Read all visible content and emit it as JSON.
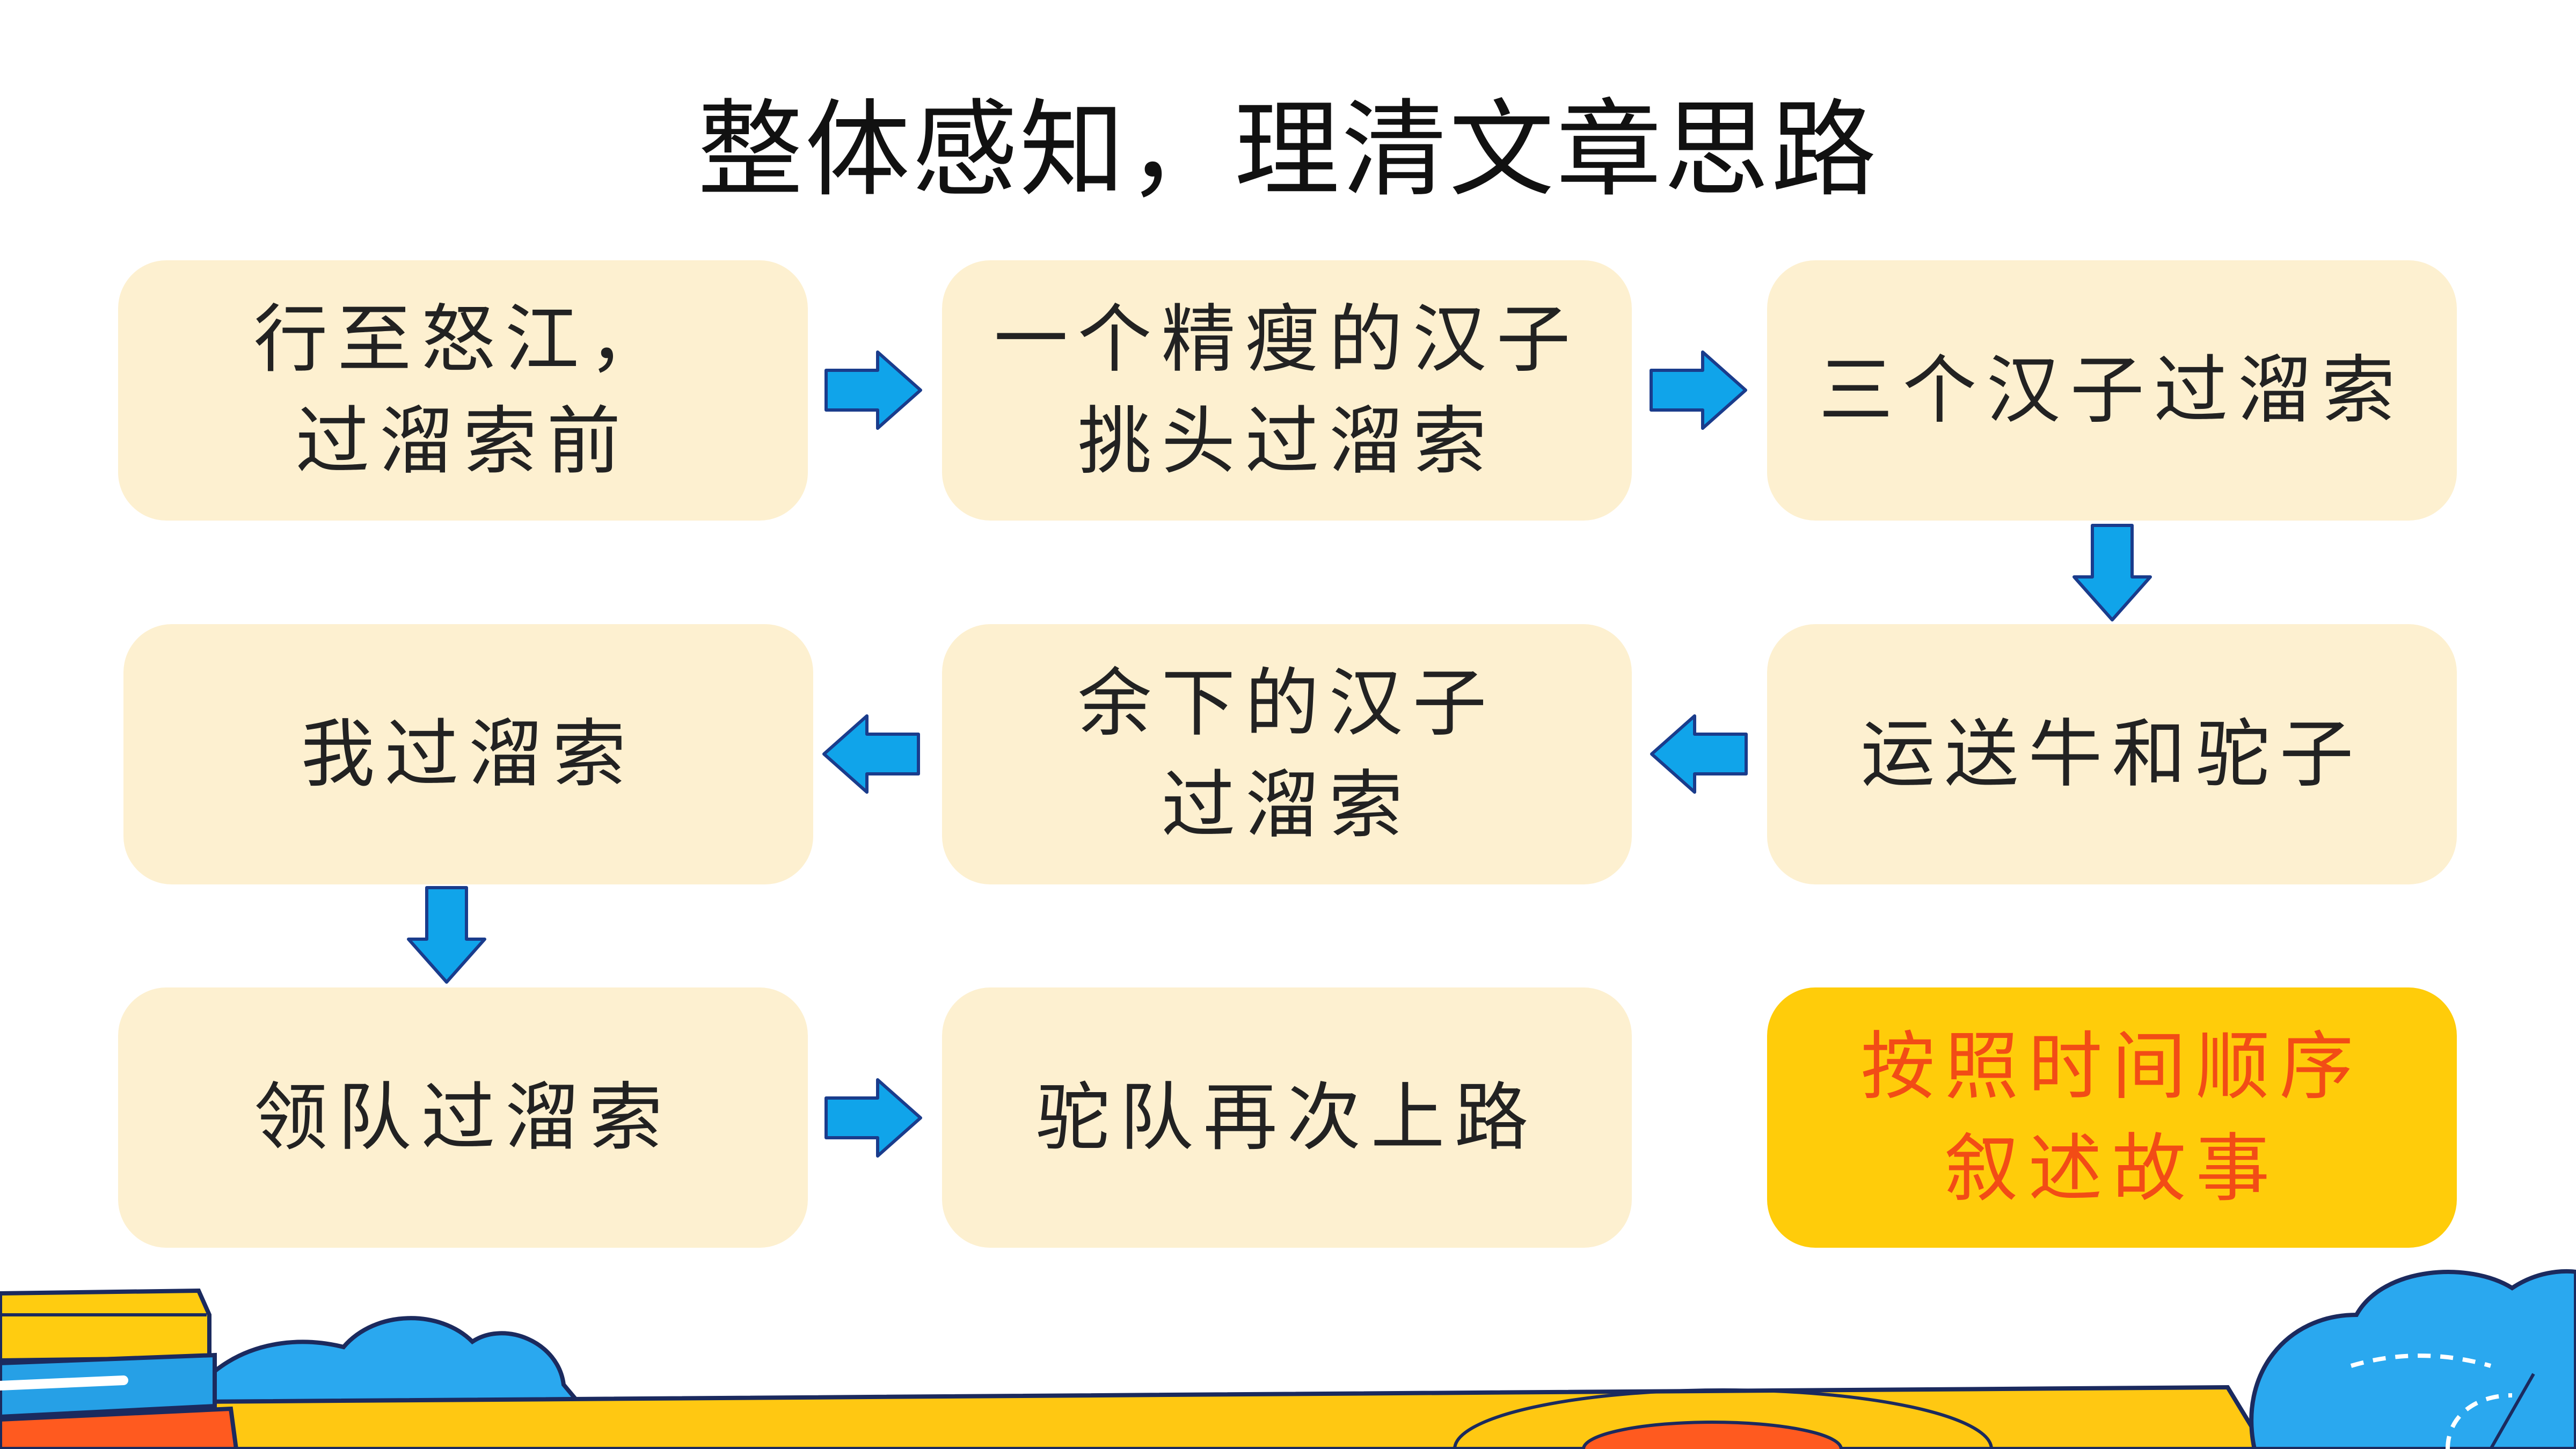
{
  "title": "整体感知，理清文章思路",
  "colors": {
    "box_fill": "#fdf0d0",
    "highlight_fill": "#ffcc0a",
    "highlight_text": "#f24c16",
    "arrow_fill": "#10a4ea",
    "arrow_stroke": "#1a3c8c"
  },
  "boxes": [
    {
      "id": "b1",
      "lines": [
        "行至怒江，",
        "过溜索前"
      ]
    },
    {
      "id": "b2",
      "lines": [
        "一个精瘦的汉子",
        "挑头过溜索"
      ]
    },
    {
      "id": "b3",
      "lines": [
        "三个汉子过溜索"
      ]
    },
    {
      "id": "b4",
      "lines": [
        "我过溜索"
      ]
    },
    {
      "id": "b5",
      "lines": [
        "余下的汉子",
        "过溜索"
      ]
    },
    {
      "id": "b6",
      "lines": [
        "运送牛和驼子"
      ]
    },
    {
      "id": "b7",
      "lines": [
        "领队过溜索"
      ]
    },
    {
      "id": "b8",
      "lines": [
        "驼队再次上路"
      ]
    },
    {
      "id": "b9",
      "lines": [
        "按照时间顺序",
        "叙述故事"
      ]
    }
  ],
  "arrows": [
    {
      "name": "arrow-right-1-icon",
      "direction": "right"
    },
    {
      "name": "arrow-right-2-icon",
      "direction": "right"
    },
    {
      "name": "arrow-down-1-icon",
      "direction": "down"
    },
    {
      "name": "arrow-left-1-icon",
      "direction": "left"
    },
    {
      "name": "arrow-left-2-icon",
      "direction": "left"
    },
    {
      "name": "arrow-down-2-icon",
      "direction": "down"
    },
    {
      "name": "arrow-right-3-icon",
      "direction": "right"
    }
  ]
}
